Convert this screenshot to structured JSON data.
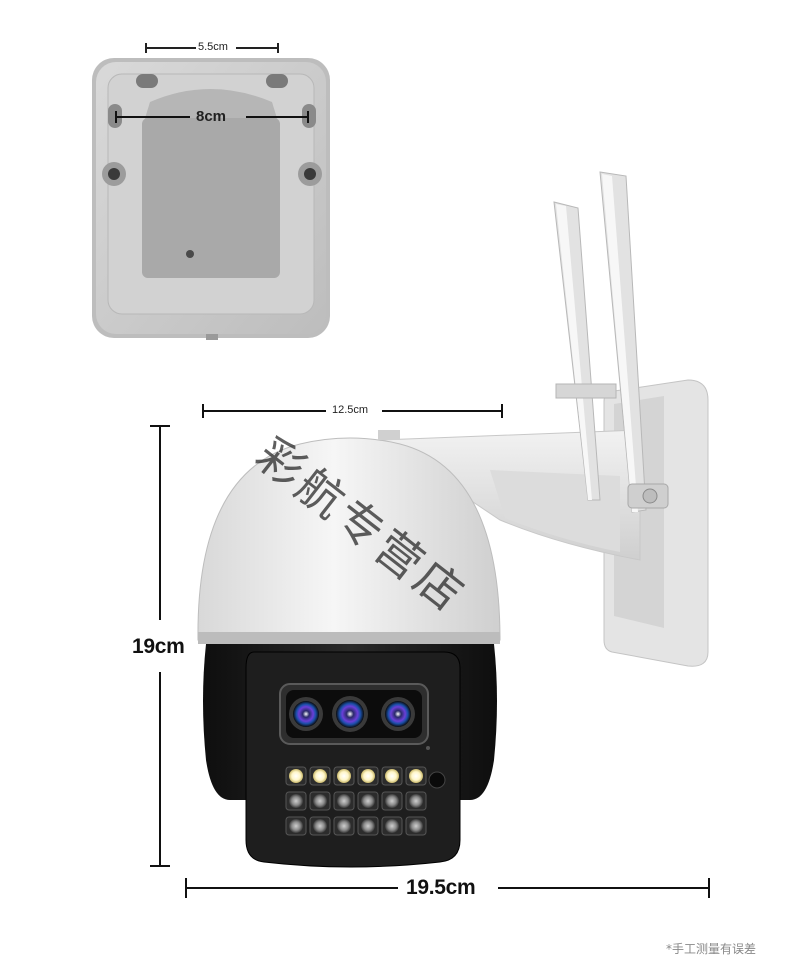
{
  "dimensions": {
    "plate_inner_width": "5.5cm",
    "plate_hole_spacing": "8cm",
    "dome_width": "12.5cm",
    "height": "19cm",
    "total_width": "19.5cm"
  },
  "watermark": "彩航专营店",
  "footnote": "*手工测量有误差",
  "colors": {
    "housing_white": "#eeeeee",
    "housing_black": "#1b1b1b",
    "lens_accent": "#6b3fd8",
    "led_glow": "#fff6c8"
  },
  "icons": {
    "mount_plate": "mount-plate-illustration",
    "camera": "ptz-camera-illustration"
  }
}
